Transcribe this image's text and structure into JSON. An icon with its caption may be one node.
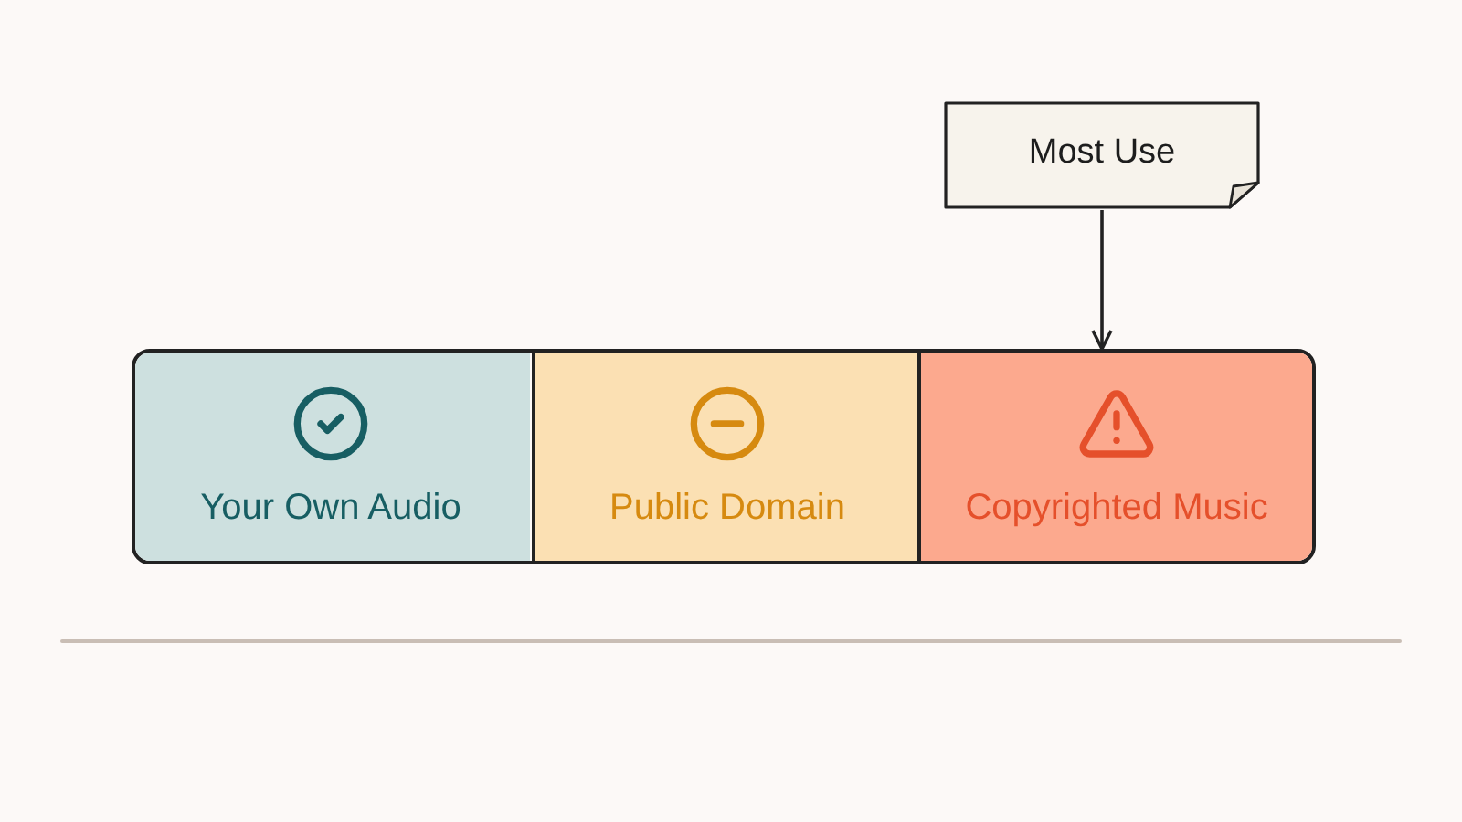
{
  "diagram": {
    "nodes": [
      {
        "text": [
          "Most Use"
        ]
      },
      {
        "text": [
          "Your Own Audio"
        ]
      },
      {
        "text": [
          "Public Domain"
        ]
      },
      {
        "text": [
          "Copyrighted Music"
        ]
      }
    ],
    "edges": [
      {
        "from": 0,
        "to": 3,
        "arrow": "to"
      }
    ]
  }
}
